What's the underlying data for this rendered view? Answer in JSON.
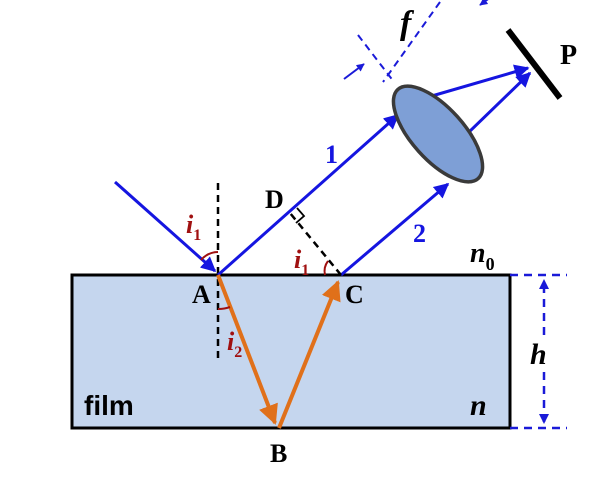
{
  "colors": {
    "film_fill": "#c5d6ee",
    "blue_ray": "#1515e0",
    "orange_ray": "#e0701a",
    "angle_red": "#a01010",
    "lens_fill": "#7e9fd6",
    "lens_edge": "#3a3a3a",
    "dash_blue": "#1a1ad8",
    "black": "#000000"
  },
  "labels": {
    "f": "f",
    "P": "P",
    "ray1": "1",
    "ray2": "2",
    "D": "D",
    "i1_left": "i",
    "i1_left_sub": "1",
    "i1_right": "i",
    "i1_right_sub": "1",
    "i2": "i",
    "i2_sub": "2",
    "n0": "n",
    "n0_sub": "0",
    "A": "A",
    "C": "C",
    "B": "B",
    "h": "h",
    "film": "film",
    "n": "n"
  }
}
